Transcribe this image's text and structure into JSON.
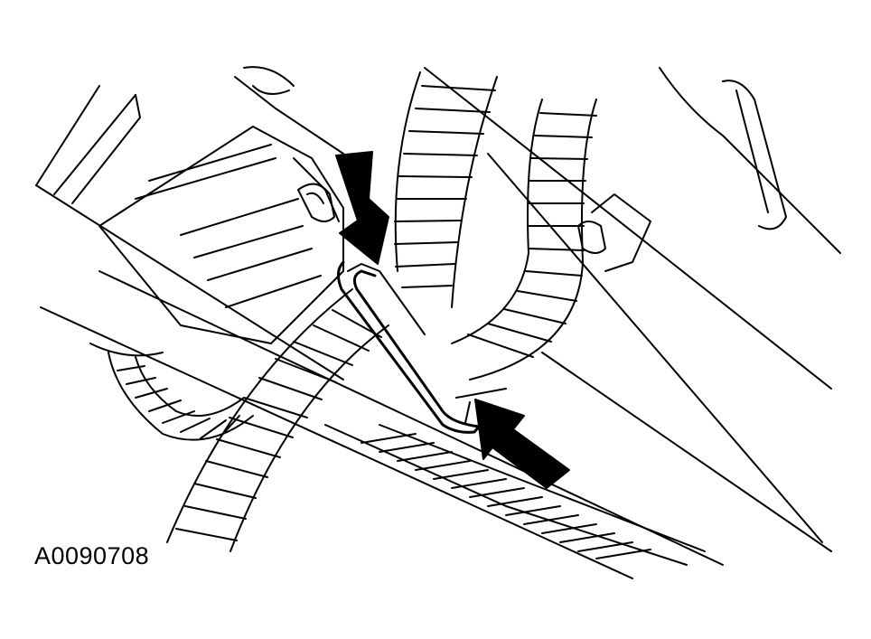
{
  "figure": {
    "reference_code": "A0090708",
    "ink_color": "#000000",
    "paper_color": "#ffffff",
    "callouts": [
      {
        "name": "arrow-down-to-clip",
        "direction": "down-right"
      },
      {
        "name": "arrow-up-to-clip",
        "direction": "up-left"
      }
    ]
  }
}
